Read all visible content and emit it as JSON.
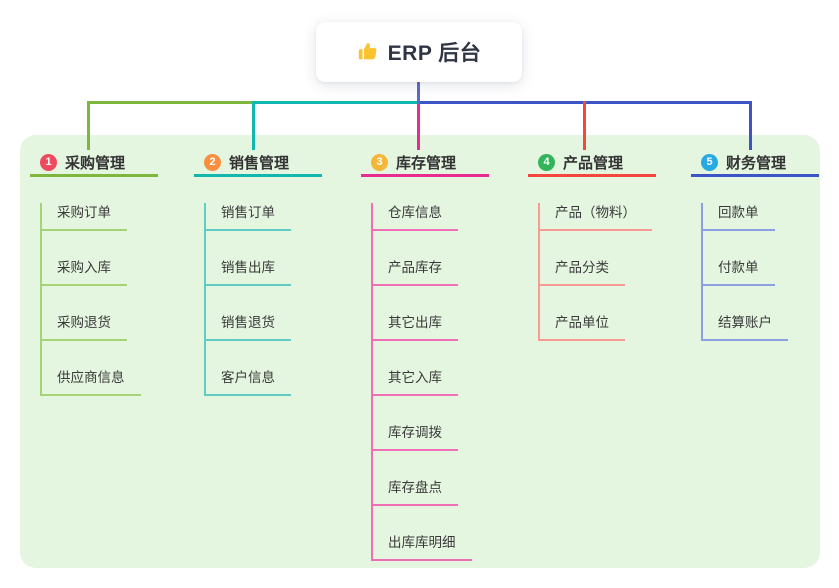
{
  "root": {
    "title": "ERP 后台",
    "icon": "thumbs-up-icon",
    "icon_color": "#f9c22e"
  },
  "colors": {
    "panel_bg": "#e4f5e0",
    "root_line": "#5c6ac8",
    "text": "#333333",
    "title_text": "#2f3542"
  },
  "branches": [
    {
      "index": "1",
      "label": "采购管理",
      "badge_color": "#f04a5e",
      "line_color": "#7db73e",
      "light_color": "#a6d378",
      "children": [
        "采购订单",
        "采购入库",
        "采购退货",
        "供应商信息"
      ]
    },
    {
      "index": "2",
      "label": "销售管理",
      "badge_color": "#f88f3f",
      "line_color": "#12b7ae",
      "light_color": "#5fcdc3",
      "children": [
        "销售订单",
        "销售出库",
        "销售退货",
        "客户信息"
      ]
    },
    {
      "index": "3",
      "label": "库存管理",
      "badge_color": "#f5b73a",
      "line_color": "#e82b90",
      "light_color": "#ef6eb5",
      "children": [
        "仓库信息",
        "产品库存",
        "其它出库",
        "其它入库",
        "库存调拨",
        "库存盘点",
        "出库库明细"
      ]
    },
    {
      "index": "4",
      "label": "产品管理",
      "badge_color": "#34b45a",
      "line_color": "#f4483f",
      "light_color": "#f79a94",
      "children": [
        "产品（物料）",
        "产品分类",
        "产品单位"
      ]
    },
    {
      "index": "5",
      "label": "财务管理",
      "badge_color": "#29a9e1",
      "line_color": "#3c54c5",
      "light_color": "#8ba0e2",
      "children": [
        "回款单",
        "付款单",
        "结算账户"
      ]
    }
  ]
}
